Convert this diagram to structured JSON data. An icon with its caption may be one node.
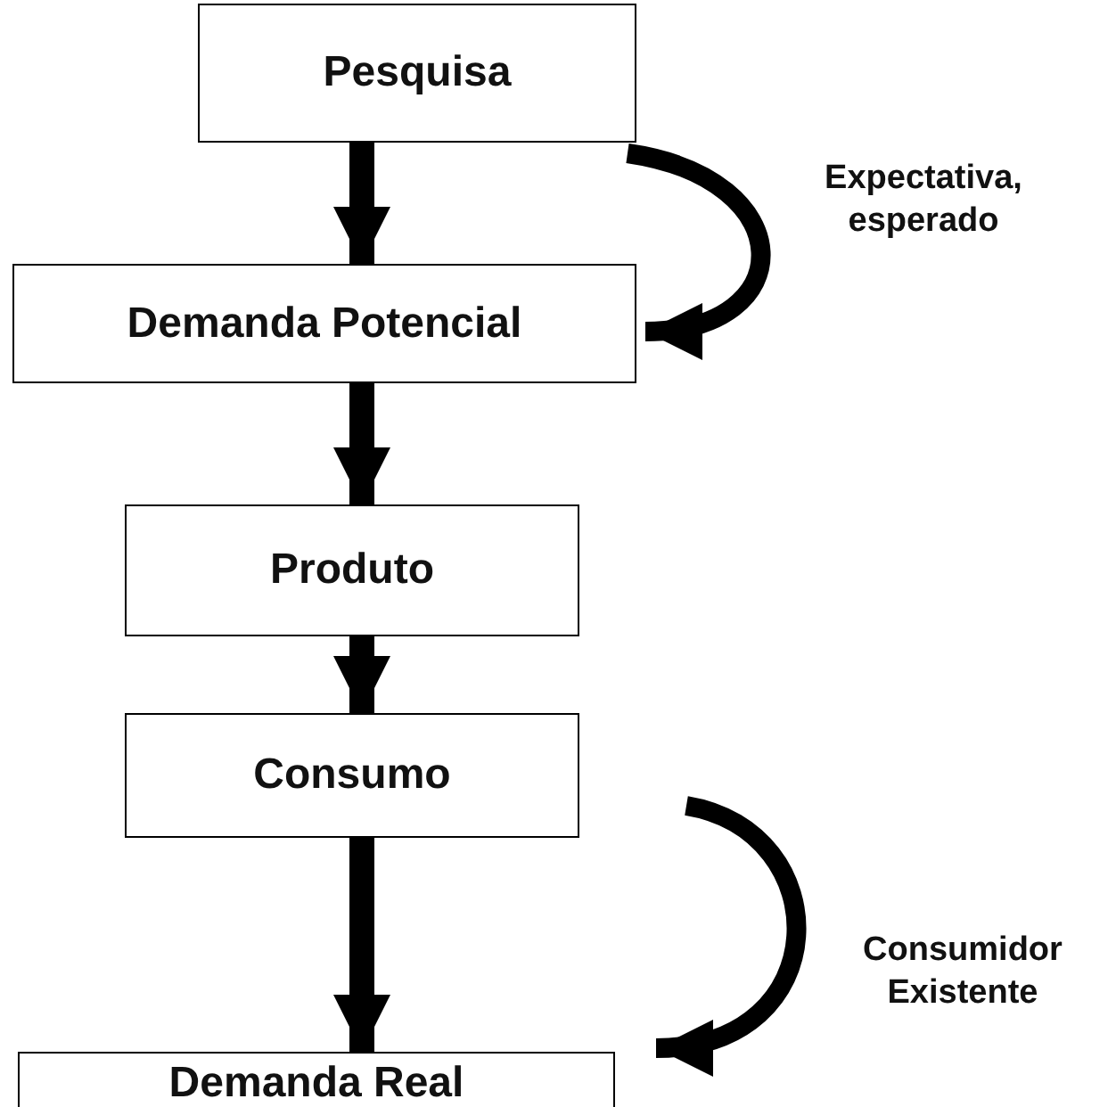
{
  "diagram": {
    "nodes": [
      {
        "text": [
          "Pesquisa"
        ]
      },
      {
        "text": [
          "Demanda Potencial"
        ]
      },
      {
        "text": [
          "Produto"
        ]
      },
      {
        "text": [
          "Consumo"
        ]
      },
      {
        "text": [
          "Demanda Real"
        ]
      }
    ],
    "edges": [
      {
        "from": 0,
        "to": 1,
        "arrow": "to"
      },
      {
        "from": 1,
        "to": 2,
        "arrow": "to"
      },
      {
        "from": 2,
        "to": 3,
        "arrow": "to"
      },
      {
        "from": 3,
        "to": 4,
        "arrow": "to"
      },
      {
        "from": 0,
        "to": 1,
        "arrow": "to",
        "label": "Expectativa, esperado"
      },
      {
        "from": 3,
        "to": 4,
        "arrow": "to",
        "label": "Consumidor Existente"
      }
    ]
  }
}
